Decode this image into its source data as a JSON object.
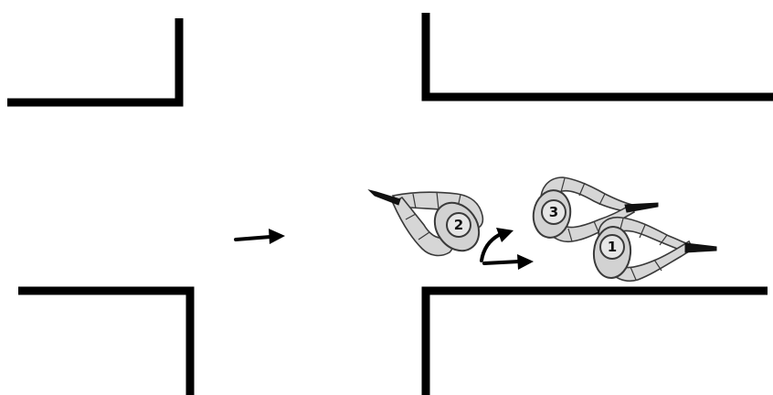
{
  "figures": [
    {
      "id": "soldier-2",
      "label": "2",
      "color": "#d6d6d6"
    },
    {
      "id": "soldier-3",
      "label": "3",
      "color": "#d6d6d6"
    },
    {
      "id": "soldier-1",
      "label": "1",
      "color": "#d6d6d6"
    }
  ],
  "colors": {
    "wall": "#000000",
    "figure_fill": "#d6d6d6",
    "outline": "#3a3a3a",
    "background": "#ffffff"
  },
  "icons": {
    "movement_arrow": "arrow-right-icon",
    "turn_arrow": "curved-arrow-icon"
  }
}
